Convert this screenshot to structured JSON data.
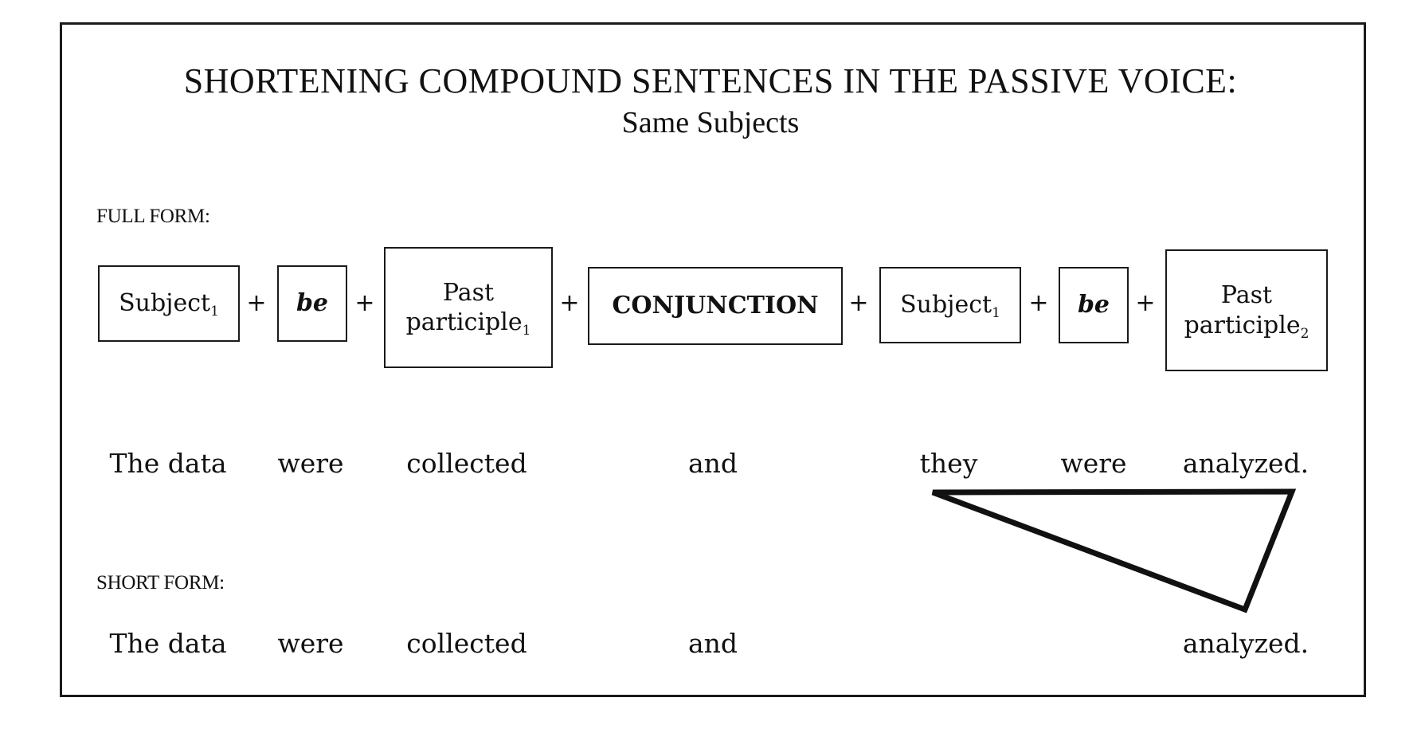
{
  "title": "SHORTENING COMPOUND SENTENCES IN THE PASSIVE VOICE:",
  "subtitle": "Same Subjects",
  "full_form": {
    "label": "FULL FORM:",
    "formula": [
      {
        "text": "Subject",
        "sub": "1",
        "style": "normal"
      },
      {
        "text": "be",
        "sub": "",
        "style": "italic-bold"
      },
      {
        "line1": "Past",
        "text": "participle",
        "sub": "1",
        "style": "normal"
      },
      {
        "text": "CONJUNCTION",
        "sub": "",
        "style": "bold"
      },
      {
        "text": "Subject",
        "sub": "1",
        "style": "normal"
      },
      {
        "text": "be",
        "sub": "",
        "style": "italic-bold"
      },
      {
        "line1": "Past",
        "text": "participle",
        "sub": "2",
        "style": "normal"
      }
    ],
    "plus": "+",
    "example": [
      "The data",
      "were",
      "collected",
      "and",
      "they",
      "were",
      "analyzed."
    ]
  },
  "short_form": {
    "label": "SHORT FORM:",
    "example": [
      "The data",
      "were",
      "collected",
      "and",
      "analyzed."
    ]
  }
}
